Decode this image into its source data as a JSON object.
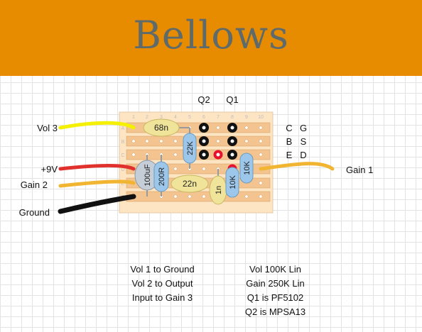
{
  "title": "Bellows",
  "transistors": {
    "q2": "Q2",
    "q1": "Q1",
    "pins": [
      {
        "q2": "C",
        "q1": "G"
      },
      {
        "q2": "B",
        "q1": "S"
      },
      {
        "q2": "E",
        "q1": "D"
      }
    ]
  },
  "board": {
    "column_numbers": [
      "1",
      "2",
      "3",
      "4",
      "5",
      "6",
      "7",
      "8",
      "9",
      "10"
    ],
    "row_letters": [
      "A",
      "B",
      "C",
      "D",
      "E",
      "F"
    ]
  },
  "components": {
    "cap_68n": "68n",
    "res_22k": "22K",
    "cap_100uf": "100uF",
    "res_200r": "200R",
    "cap_22n": "22n",
    "cap_1n": "1n",
    "res_10k_a": "10K",
    "res_10k_b": "10K"
  },
  "wires": {
    "vol3": {
      "label": "Vol 3",
      "color": "#f5f000"
    },
    "plus9v": {
      "label": "+9V",
      "color": "#e0312c"
    },
    "gain2": {
      "label": "Gain 2",
      "color": "#f2b531"
    },
    "ground": {
      "label": "Ground",
      "color": "#111111"
    },
    "gain1": {
      "label": "Gain 1",
      "color": "#f2b531"
    }
  },
  "notes_left": [
    "Vol 1 to Ground",
    "Vol 2 to Output",
    "Input to Gain 3"
  ],
  "notes_right": [
    "Vol 100K Lin",
    "Gain 250K Lin",
    "Q1 is PF5102",
    "Q2 is MPSA13"
  ],
  "colors": {
    "header": "#e78b00",
    "board": "#fde5c4",
    "strip": "#f3c48f",
    "resistor": "#9cc7ea",
    "film_cap": "#f0e39a",
    "electrolytic": "#c5cdd6",
    "cut": "#e8102a"
  }
}
